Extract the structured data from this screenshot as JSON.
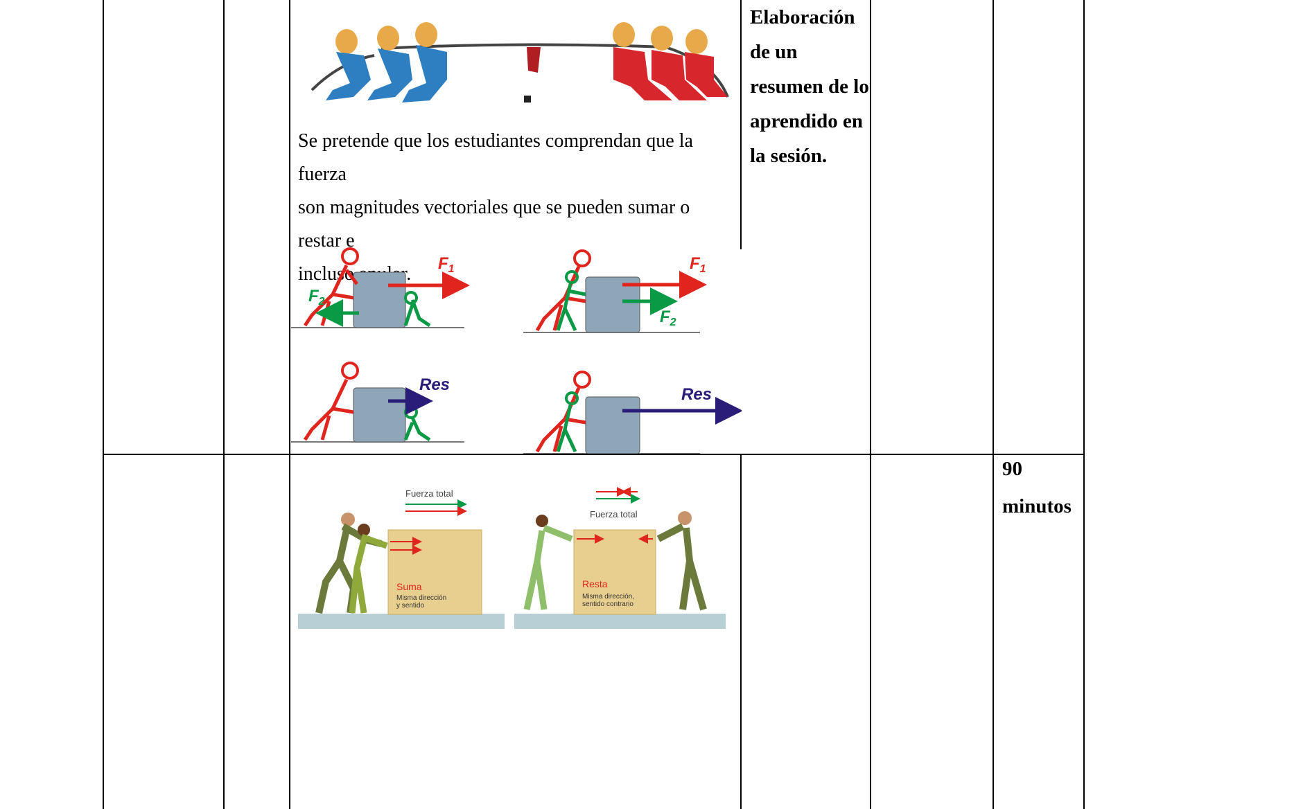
{
  "col5_header": {
    "lines": [
      "Elaboración",
      "de un",
      "resumen de lo",
      "aprendido en",
      "la sesión."
    ]
  },
  "paragraph": {
    "lines": [
      "Se pretende que los estudiantes comprendan que la fuerza",
      "son magnitudes vectoriales que se pueden sumar o restar e",
      "incluso anular."
    ]
  },
  "figure_forces": {
    "f1": "F",
    "f1_sub": "1",
    "f2": "F",
    "f2_sub": "2",
    "res": "Res"
  },
  "figure_sum_rest": {
    "left_total": "Fuerza total",
    "left_title": "Suma",
    "left_desc_1": "Misma dirección",
    "left_desc_2": "y sentido",
    "right_total": "Fuerza total",
    "right_title": "Resta",
    "right_desc_1": "Misma dirección,",
    "right_desc_2": "sentido contrario"
  },
  "duration": {
    "value": "90",
    "unit": "minutos"
  },
  "colors": {
    "blue_team": "#2d7fc1",
    "red_team": "#d7262c",
    "arrow_red": "#e0251f",
    "arrow_green": "#0a9a46",
    "arrow_navy": "#2a1d7a",
    "box_grey": "#8fa6b8",
    "crate": "#e9cf8f"
  }
}
